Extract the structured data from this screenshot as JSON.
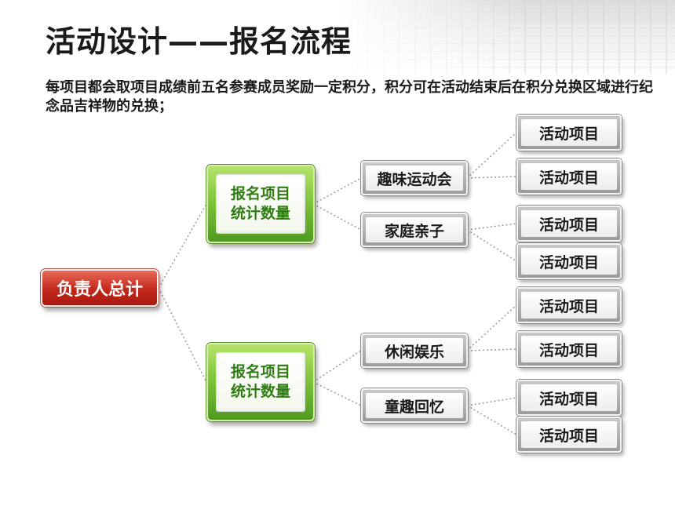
{
  "title": "活动设计——报名流程",
  "description": "每项目都会取项目成绩前五名参赛成员奖励一定积分，积分可在活动结束后在积分兑换区域进行纪念品吉祥物的兑换；",
  "diagram": {
    "root": "负责人总计",
    "groups": [
      {
        "label_line1": "报名项目",
        "label_line2": "统计数量",
        "categories": [
          {
            "label": "趣味运动会",
            "activities": [
              "活动项目",
              "活动项目"
            ]
          },
          {
            "label": "家庭亲子",
            "activities": [
              "活动项目",
              "活动项目"
            ]
          }
        ]
      },
      {
        "label_line1": "报名项目",
        "label_line2": "统计数量",
        "categories": [
          {
            "label": "休闲娱乐",
            "activities": [
              "活动项目",
              "活动项目"
            ]
          },
          {
            "label": "童趣回忆",
            "activities": [
              "活动项目",
              "活动项目"
            ]
          }
        ]
      }
    ]
  }
}
